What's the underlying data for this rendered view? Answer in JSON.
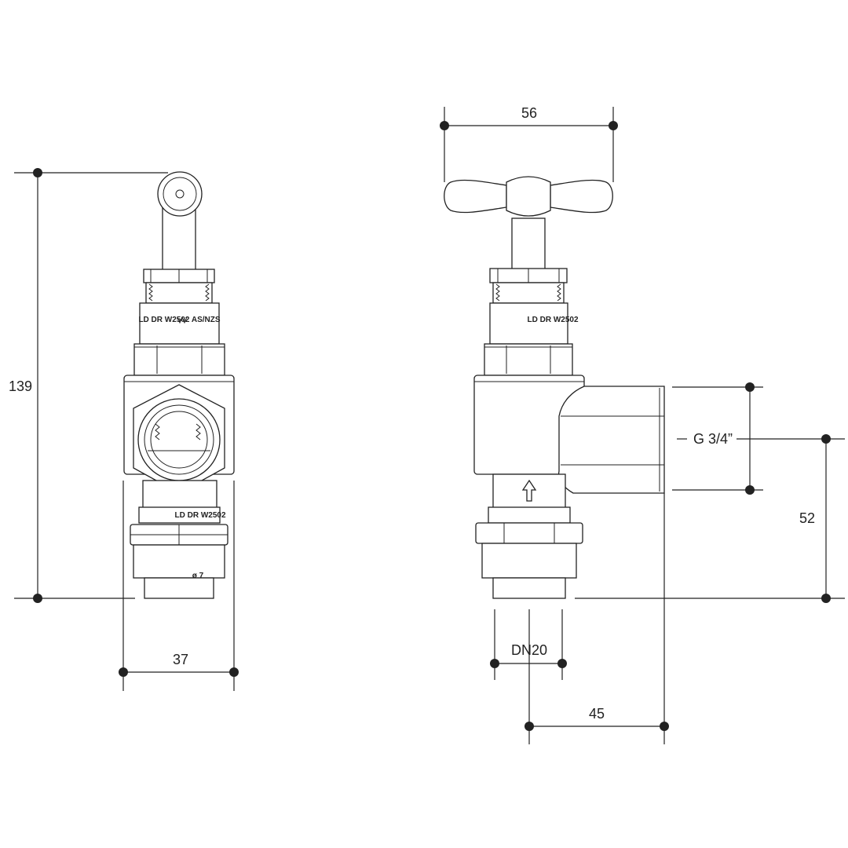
{
  "dimensions": {
    "height_total": "139",
    "front_width": "37",
    "handle_span": "56",
    "thread_size": "G 3/4”",
    "outlet_height": "52",
    "inlet_size": "DN20",
    "outlet_projection": "45"
  },
  "markings": {
    "front_upper_band": "LD DR W2502  AS/NZS",
    "front_lower_band": "LD DR W2502",
    "side_upper_band": "LD DR W2502",
    "front_nut_mark": "ø 7"
  },
  "icons": {
    "watermark": "watermark-logo-icon",
    "flow": "flow-arrow-icon"
  }
}
